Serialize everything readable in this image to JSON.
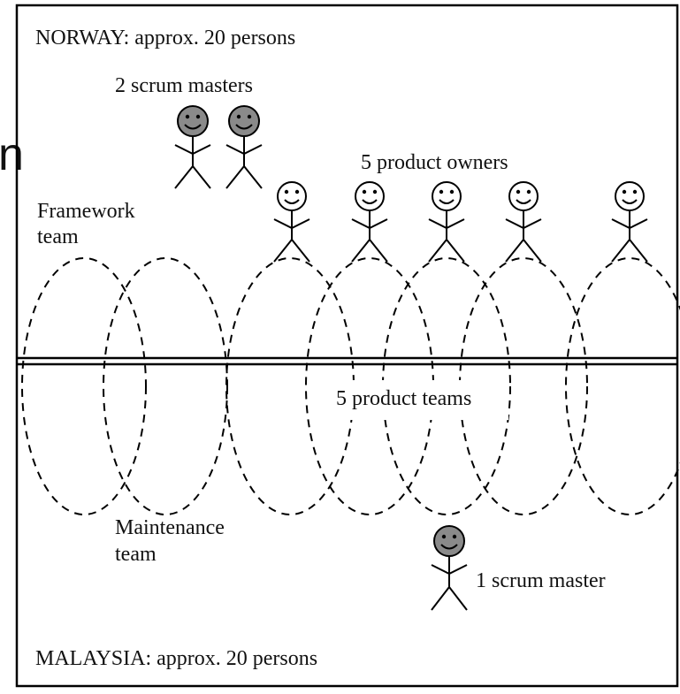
{
  "norway": {
    "label": "NORWAY: approx. 20 persons",
    "scrum_masters_label": "2 scrum masters",
    "product_owners_label": "5 product owners",
    "framework_team_line1": "Framework",
    "framework_team_line2": "team"
  },
  "malaysia": {
    "label": "MALAYSIA: approx. 20 persons",
    "product_teams_label": "5 product teams",
    "maintenance_team_line1": "Maintenance",
    "maintenance_team_line2": "team",
    "scrum_master_label": "1 scrum master"
  },
  "left_fragment": "n",
  "people": {
    "norway_scrum_masters": 2,
    "norway_product_owners": 5,
    "malaysia_scrum_masters": 1
  },
  "colors": {
    "scrum_master_face": "#8a8a8a",
    "product_owner_face": "#ffffff"
  }
}
